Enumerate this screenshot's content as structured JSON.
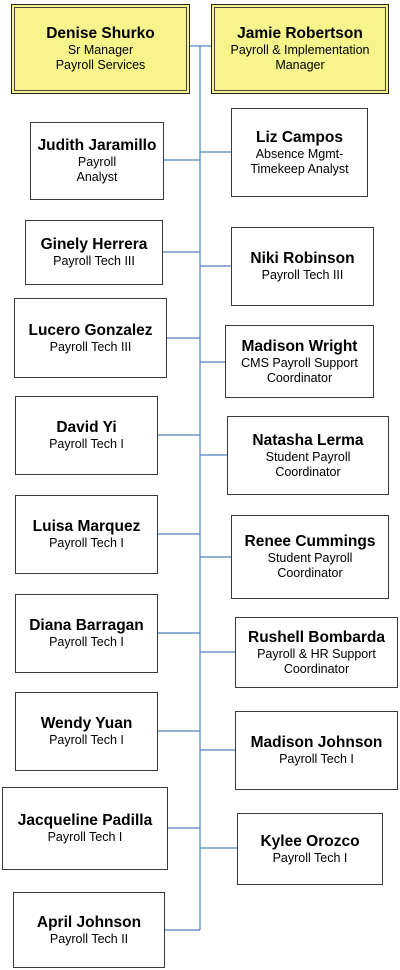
{
  "executives": [
    {
      "name": "Denise Shurko",
      "title": "Sr Manager\nPayroll Services"
    },
    {
      "name": "Jamie Robertson",
      "title": "Payroll & Implementation\nManager"
    }
  ],
  "left_staff": [
    {
      "name": "Judith Jaramillo",
      "title": "Payroll\nAnalyst"
    },
    {
      "name": "Ginely Herrera",
      "title": "Payroll Tech III"
    },
    {
      "name": "Lucero Gonzalez",
      "title": "Payroll Tech III"
    },
    {
      "name": "David Yi",
      "title": "Payroll Tech I"
    },
    {
      "name": "Luisa Marquez",
      "title": "Payroll Tech I"
    },
    {
      "name": "Diana Barragan",
      "title": "Payroll Tech I"
    },
    {
      "name": "Wendy Yuan",
      "title": "Payroll Tech I"
    },
    {
      "name": "Jacqueline Padilla",
      "title": "Payroll Tech I"
    },
    {
      "name": "April Johnson",
      "title": "Payroll Tech II"
    }
  ],
  "right_staff": [
    {
      "name": "Liz Campos",
      "title": "Absence Mgmt-\nTimekeep Analyst"
    },
    {
      "name": "Niki Robinson",
      "title": "Payroll Tech III"
    },
    {
      "name": "Madison Wright",
      "title": "CMS Payroll Support\nCoordinator"
    },
    {
      "name": "Natasha Lerma",
      "title": "Student Payroll\nCoordinator"
    },
    {
      "name": "Renee Cummings",
      "title": "Student Payroll\nCoordinator"
    },
    {
      "name": "Rushell Bombarda",
      "title": "Payroll & HR Support\nCoordinator"
    },
    {
      "name": "Madison Johnson",
      "title": "Payroll Tech I"
    },
    {
      "name": "Kylee Orozco",
      "title": "Payroll Tech I"
    }
  ],
  "colors": {
    "executive_fill": "#f7f48b",
    "connector": "#4f81bd",
    "border": "#3a3a3a"
  }
}
